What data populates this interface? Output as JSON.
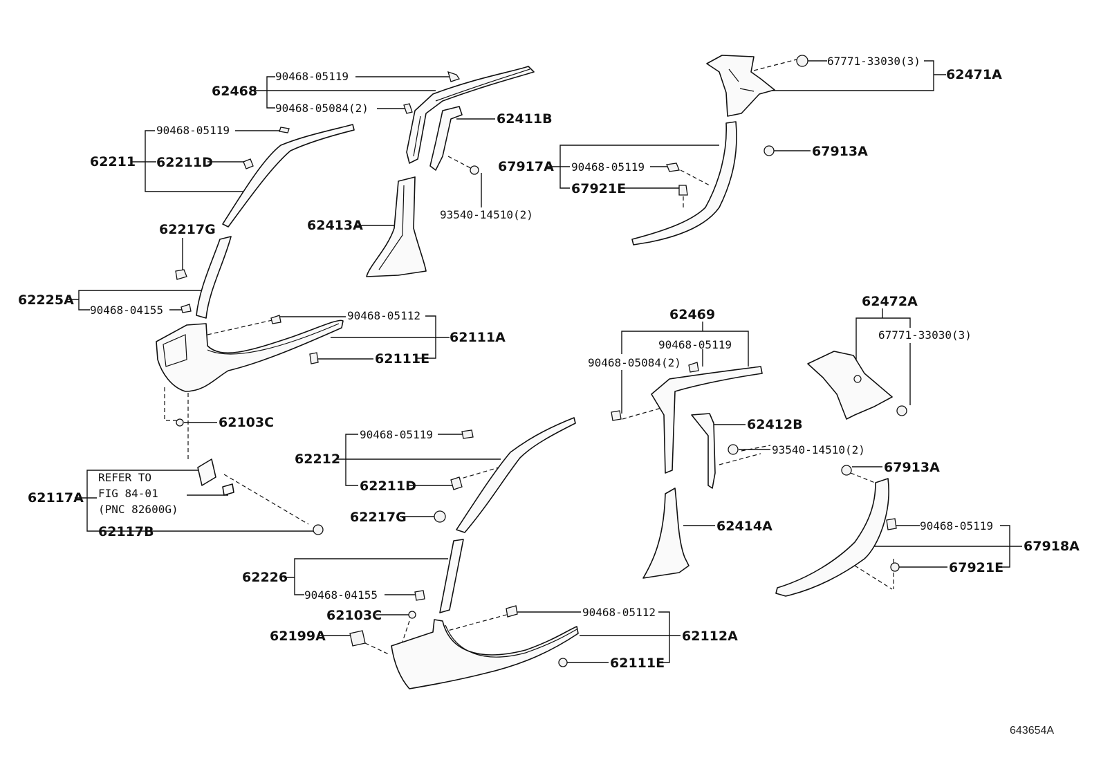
{
  "labels": {
    "p62468": "62468",
    "p90468_05119_a": "90468-05119",
    "p90468_05084_a": "90468-05084(2)",
    "p62411B": "62411B",
    "p62211": "62211",
    "p90468_05119_b": "90468-05119",
    "p62211D_a": "62211D",
    "p62413A": "62413A",
    "p93540_a": "93540-14510(2)",
    "p62217G_a": "62217G",
    "p62225A": "62225A",
    "p90468_04155_a": "90468-04155",
    "p90468_05112_a": "90468-05112",
    "p62111A": "62111A",
    "p62111E_a": "62111E",
    "p62103C_a": "62103C",
    "p62117A": "62117A",
    "refer_line1": "REFER TO",
    "refer_line2": "FIG 84-01",
    "refer_line3": "(PNC 82600G)",
    "p62117B": "62117B",
    "p67771_a": "67771-33030(3)",
    "p62471A": "62471A",
    "p67913A_a": "67913A",
    "p67917A": "67917A",
    "p90468_05119_c": "90468-05119",
    "p67921E_a": "67921E",
    "p62469": "62469",
    "p90468_05119_d": "90468-05119",
    "p90468_05084_b": "90468-05084(2)",
    "p62472A": "62472A",
    "p67771_b": "67771-33030(3)",
    "p62412B": "62412B",
    "p93540_b": "93540-14510(2)",
    "p67913A_b": "67913A",
    "p62212": "62212",
    "p90468_05119_e": "90468-05119",
    "p62211D_b": "62211D",
    "p62217G_b": "62217G",
    "p62414A": "62414A",
    "p90468_05119_f": "90468-05119",
    "p67918A": "67918A",
    "p67921E_b": "67921E",
    "p62226": "62226",
    "p90468_04155_b": "90468-04155",
    "p62103C_b": "62103C",
    "p90468_05112_b": "90468-05112",
    "p62199A": "62199A",
    "p62112A": "62112A",
    "p62111E_b": "62111E",
    "figure_code": "643654A"
  }
}
